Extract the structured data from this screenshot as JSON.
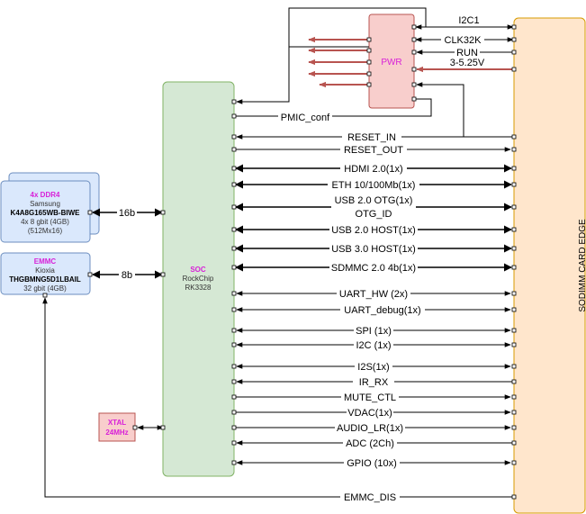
{
  "ram": {
    "title": "4x DDR4",
    "vendor": "Samsung",
    "part": "K4A8G165WB-BIWE",
    "capacity": "4x 8 gbit (4GB)",
    "org": "(512Mx16)",
    "bus": "16b"
  },
  "emmc": {
    "title": "EMMC",
    "vendor": "Kioxia",
    "part": "THGBMNG5D1LBAIL",
    "capacity": "32 gbit (4GB)",
    "bus": "8b"
  },
  "soc": {
    "title": "SOC",
    "vendor": "RockChip",
    "part": "RK3328"
  },
  "xtal": {
    "line1": "XTAL",
    "line2": "24MHz"
  },
  "pwr": {
    "label": "PWR"
  },
  "edge": {
    "label": "SODIMM CARD EDGE"
  },
  "signals": {
    "i2c1": "I2C1",
    "clk32k": "CLK32K",
    "run": "RUN",
    "vin": "3-5.25V",
    "pmic_conf": "PMIC_conf",
    "reset_in": "RESET_IN",
    "reset_out": "RESET_OUT",
    "hdmi": "HDMI 2.0(1x)",
    "eth": "ETH 10/100Mb(1x)",
    "usb_otg": "USB 2.0 OTG(1x)",
    "otg_id": "OTG_ID",
    "usb2_host": "USB 2.0 HOST(1x)",
    "usb3_host": "USB 3.0 HOST(1x)",
    "sdmmc": "SDMMC 2.0 4b(1x)",
    "uart_hw": "UART_HW (2x)",
    "uart_debug": "UART_debug(1x)",
    "spi": "SPI (1x)",
    "i2c": "I2C (1x)",
    "i2s": "I2S(1x)",
    "ir_rx": "IR_RX",
    "mute_ctl": "MUTE_CTL",
    "vdac": "VDAC(1x)",
    "audio_lr": "AUDIO_LR(1x)",
    "adc": "ADC (2Ch)",
    "gpio": "GPIO (10x)",
    "emmc_dis": "EMMC_DIS"
  },
  "colors": {
    "soc_fill": "#d5e8d4",
    "soc_stroke": "#82b366",
    "mem_fill": "#dae8fc",
    "mem_stroke": "#6c8ebf",
    "pwr_fill": "#f8cecc",
    "pwr_stroke": "#b85450",
    "edge_fill": "#ffe6cc",
    "edge_stroke": "#d79b00",
    "xtal_fill": "#f8cecc",
    "pwr_arrow": "#b85450",
    "accent": "#d81fd8"
  }
}
